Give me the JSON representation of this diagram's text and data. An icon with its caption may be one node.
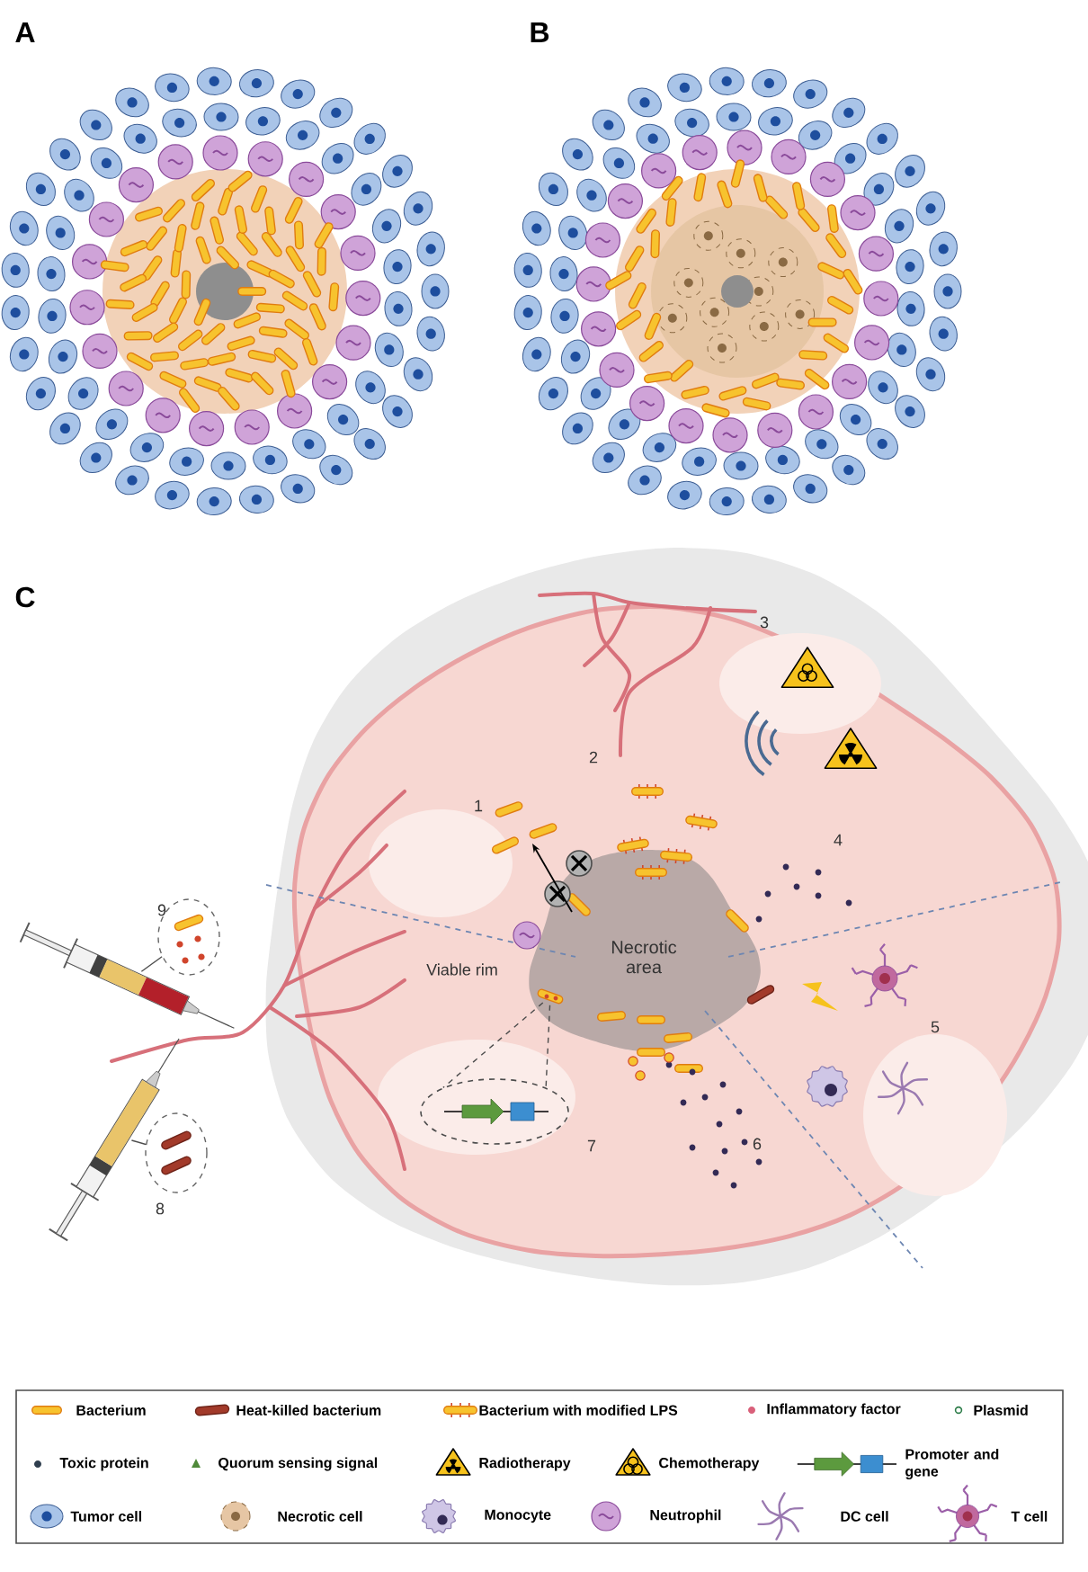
{
  "diagram": {
    "nodes": [
      {
        "text": [],
        "shape": "picture"
      },
      {
        "text": [],
        "shape": "picture"
      },
      {
        "text": [],
        "shape": "picture"
      },
      {
        "text": [],
        "shape": "picture"
      },
      {
        "text": [],
        "shape": "picture"
      },
      {
        "text": [],
        "shape": "picture"
      }
    ],
    "edges": [
      {
        "from": 0,
        "to": 1,
        "arrow": "none",
        "style": "dashed"
      },
      {
        "from": 0,
        "to": 1,
        "arrow": "none",
        "style": "dashed"
      },
      {
        "from": 2,
        "to": 3,
        "arrow": "none"
      },
      {
        "from": 4,
        "to": 5,
        "arrow": "none"
      }
    ],
    "labels": [
      "A",
      "B",
      "C",
      "1",
      "2",
      "3",
      "4",
      "5",
      "6",
      "7",
      "8",
      "9",
      "Viable rim",
      "Necrotic area"
    ],
    "legend": [
      {
        "text": "Bacterium"
      },
      {
        "text": "Heat-killed bacterium"
      },
      {
        "text": "Bacterium with modified LPS"
      },
      {
        "text": "Inflammatory factor",
        "color": "#d9607a"
      },
      {
        "text": "Plasmid"
      },
      {
        "text": "Toxic protein",
        "color": "#2f3e4e"
      },
      {
        "text": "Quorum sensing signal"
      },
      {
        "text": "Radiotherapy"
      },
      {
        "text": "Chemotherapy"
      },
      {
        "text": "Promoter and gene"
      },
      {
        "text": "Tumor cell"
      },
      {
        "text": "Necrotic cell"
      },
      {
        "text": "Monocyte"
      },
      {
        "text": "Neutrophil"
      },
      {
        "text": "DC cell"
      },
      {
        "text": "T cell"
      }
    ]
  }
}
